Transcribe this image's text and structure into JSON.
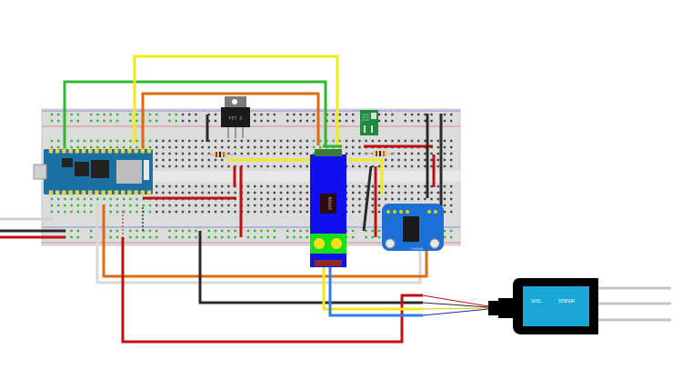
{
  "diagram": {
    "type": "breadboard-wiring",
    "components": {
      "microcontroller": {
        "name": "Arduino Nano board",
        "color": "#1a6fa3"
      },
      "regulator": {
        "label": "FET D",
        "name": "TO-220 transistor"
      },
      "level_shifter": {
        "label": "MAX485",
        "name": "blue RS485 module",
        "color": "#1010ee"
      },
      "rtc_module": {
        "label": "TCA9548",
        "name": "Adafruit breakout",
        "color": "#1b6fd6"
      },
      "light_sensor": {
        "name": "green sensor breakout",
        "color": "#1e8a3c"
      },
      "soil_sensor": {
        "label_left": "SOIL",
        "label_right": "SENSOR",
        "body_color": "#000000",
        "screen_color": "#1aa7d8"
      }
    },
    "wire_colors": {
      "green": "#2fb82f",
      "yellow": "#f2ea1a",
      "orange": "#e06a10",
      "red": "#c01010",
      "black": "#2a2a2a",
      "white": "#e6e6e6",
      "blue": "#2f7fe0"
    }
  }
}
